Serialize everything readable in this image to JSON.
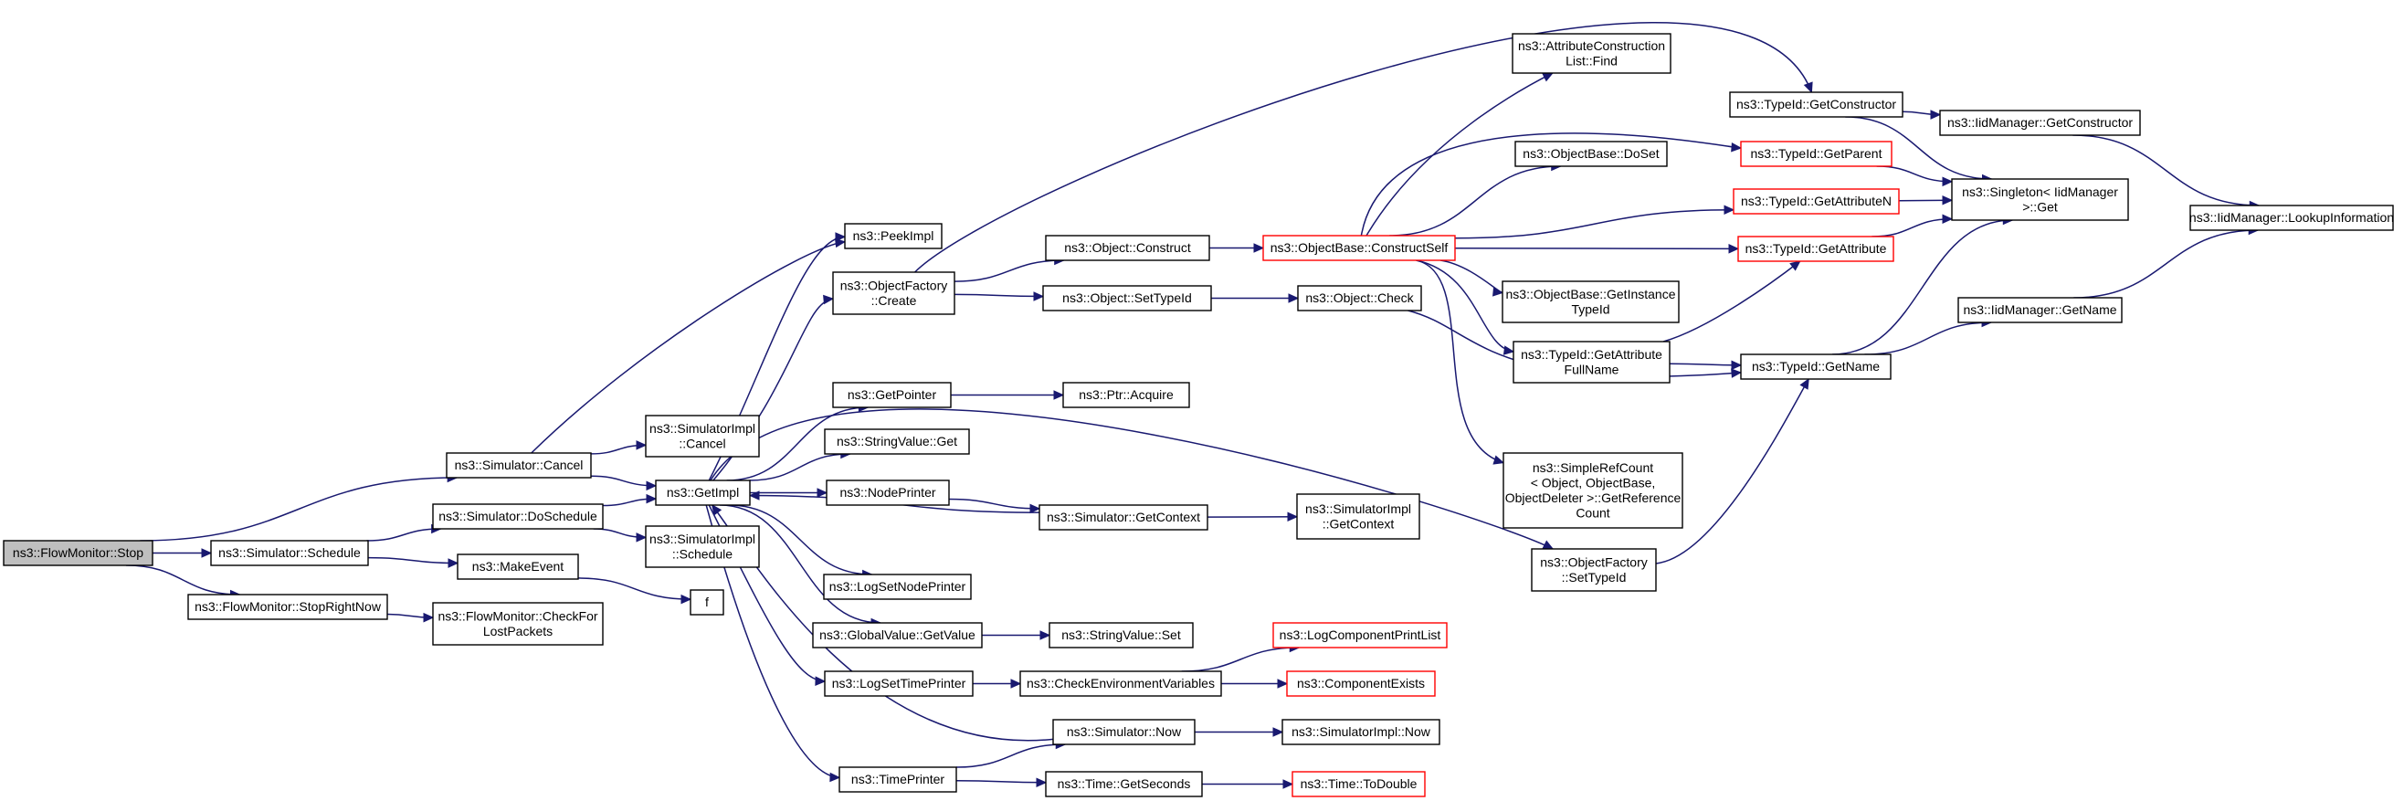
{
  "colors": {
    "edge": "#191970",
    "node_border": "#000000",
    "node_border_external": "#ff0000",
    "root_fill": "#bfbfbf",
    "node_fill": "#ffffff"
  },
  "nodes": [
    {
      "id": "flowmonitor_stop",
      "lines": [
        "ns3::FlowMonitor::Stop"
      ],
      "style": "root"
    },
    {
      "id": "simulator_schedule",
      "lines": [
        "ns3::Simulator::Schedule"
      ]
    },
    {
      "id": "flowmonitor_stoprightnow",
      "lines": [
        "ns3::FlowMonitor::StopRightNow"
      ]
    },
    {
      "id": "simulator_cancel",
      "lines": [
        "ns3::Simulator::Cancel"
      ]
    },
    {
      "id": "simulator_doschedule",
      "lines": [
        "ns3::Simulator::DoSchedule"
      ]
    },
    {
      "id": "makeevent",
      "lines": [
        "ns3::MakeEvent"
      ]
    },
    {
      "id": "checkforlostpackets",
      "lines": [
        "ns3::FlowMonitor::CheckFor",
        "LostPackets"
      ]
    },
    {
      "id": "simulatorimpl_cancel",
      "lines": [
        "ns3::SimulatorImpl",
        "::Cancel"
      ]
    },
    {
      "id": "getimpl",
      "lines": [
        "ns3::GetImpl"
      ]
    },
    {
      "id": "simulatorimpl_schedule",
      "lines": [
        "ns3::SimulatorImpl",
        "::Schedule"
      ]
    },
    {
      "id": "f",
      "lines": [
        "f"
      ]
    },
    {
      "id": "peekimpl",
      "lines": [
        "ns3::PeekImpl"
      ]
    },
    {
      "id": "objectfactory_create",
      "lines": [
        "ns3::ObjectFactory",
        "::Create"
      ]
    },
    {
      "id": "getpointer",
      "lines": [
        "ns3::GetPointer"
      ]
    },
    {
      "id": "stringvalue_get",
      "lines": [
        "ns3::StringValue::Get"
      ]
    },
    {
      "id": "nodeprinter",
      "lines": [
        "ns3::NodePrinter"
      ]
    },
    {
      "id": "logsetnodeprinter",
      "lines": [
        "ns3::LogSetNodePrinter"
      ]
    },
    {
      "id": "globalvalue_getvalue",
      "lines": [
        "ns3::GlobalValue::GetValue"
      ]
    },
    {
      "id": "logsettimeprinter",
      "lines": [
        "ns3::LogSetTimePrinter"
      ]
    },
    {
      "id": "timeprinter",
      "lines": [
        "ns3::TimePrinter"
      ]
    },
    {
      "id": "object_construct",
      "lines": [
        "ns3::Object::Construct"
      ]
    },
    {
      "id": "object_settypeid",
      "lines": [
        "ns3::Object::SetTypeId"
      ]
    },
    {
      "id": "ptr_acquire",
      "lines": [
        "ns3::Ptr::Acquire"
      ]
    },
    {
      "id": "simulator_getcontext",
      "lines": [
        "ns3::Simulator::GetContext"
      ]
    },
    {
      "id": "stringvalue_set",
      "lines": [
        "ns3::StringValue::Set"
      ]
    },
    {
      "id": "checkenvironmentvariables",
      "lines": [
        "ns3::CheckEnvironmentVariables"
      ]
    },
    {
      "id": "simulator_now",
      "lines": [
        "ns3::Simulator::Now"
      ]
    },
    {
      "id": "time_getseconds",
      "lines": [
        "ns3::Time::GetSeconds"
      ]
    },
    {
      "id": "objectbase_constructself",
      "lines": [
        "ns3::ObjectBase::ConstructSelf"
      ],
      "style": "red"
    },
    {
      "id": "object_check",
      "lines": [
        "ns3::Object::Check"
      ]
    },
    {
      "id": "simulatorimpl_getcontext",
      "lines": [
        "ns3::SimulatorImpl",
        "::GetContext"
      ]
    },
    {
      "id": "logcomponentprintlist",
      "lines": [
        "ns3::LogComponentPrintList"
      ],
      "style": "red"
    },
    {
      "id": "componentexists",
      "lines": [
        "ns3::ComponentExists"
      ],
      "style": "red"
    },
    {
      "id": "simulatorimpl_now",
      "lines": [
        "ns3::SimulatorImpl::Now"
      ]
    },
    {
      "id": "time_todouble",
      "lines": [
        "ns3::Time::ToDouble"
      ],
      "style": "red"
    },
    {
      "id": "attributeconstructionlist_find",
      "lines": [
        "ns3::AttributeConstruction",
        "List::Find"
      ]
    },
    {
      "id": "objectbase_doset",
      "lines": [
        "ns3::ObjectBase::DoSet"
      ]
    },
    {
      "id": "objectbase_getinstancetypeid",
      "lines": [
        "ns3::ObjectBase::GetInstance",
        "TypeId"
      ]
    },
    {
      "id": "typeid_getattributefullname",
      "lines": [
        "ns3::TypeId::GetAttribute",
        "FullName"
      ]
    },
    {
      "id": "simplerefcount_getreferencecount",
      "lines": [
        "ns3::SimpleRefCount",
        "< Object, ObjectBase,",
        "ObjectDeleter >::GetReference",
        "Count"
      ]
    },
    {
      "id": "objectfactory_settypeid",
      "lines": [
        "ns3::ObjectFactory",
        "::SetTypeId"
      ]
    },
    {
      "id": "typeid_getconstructor",
      "lines": [
        "ns3::TypeId::GetConstructor"
      ]
    },
    {
      "id": "typeid_getparent",
      "lines": [
        "ns3::TypeId::GetParent"
      ],
      "style": "red"
    },
    {
      "id": "typeid_getattributen",
      "lines": [
        "ns3::TypeId::GetAttributeN"
      ],
      "style": "red"
    },
    {
      "id": "typeid_getattribute",
      "lines": [
        "ns3::TypeId::GetAttribute"
      ],
      "style": "red"
    },
    {
      "id": "typeid_getname",
      "lines": [
        "ns3::TypeId::GetName"
      ]
    },
    {
      "id": "iidmanager_getconstructor",
      "lines": [
        "ns3::IidManager::GetConstructor"
      ]
    },
    {
      "id": "singleton_iidmanager_get",
      "lines": [
        "ns3::Singleton< IidManager",
        ">::Get"
      ]
    },
    {
      "id": "iidmanager_getname",
      "lines": [
        "ns3::IidManager::GetName"
      ]
    },
    {
      "id": "iidmanager_lookupinformation",
      "lines": [
        "ns3::IidManager::LookupInformation"
      ]
    }
  ],
  "edges": [
    [
      "flowmonitor_stop",
      "simulator_cancel"
    ],
    [
      "flowmonitor_stop",
      "simulator_schedule"
    ],
    [
      "flowmonitor_stop",
      "flowmonitor_stoprightnow"
    ],
    [
      "simulator_cancel",
      "peekimpl"
    ],
    [
      "simulator_cancel",
      "simulatorimpl_cancel"
    ],
    [
      "simulator_cancel",
      "getimpl"
    ],
    [
      "simulator_schedule",
      "simulator_doschedule"
    ],
    [
      "simulator_schedule",
      "makeevent"
    ],
    [
      "flowmonitor_stoprightnow",
      "checkforlostpackets"
    ],
    [
      "simulator_doschedule",
      "getimpl"
    ],
    [
      "simulator_doschedule",
      "simulatorimpl_schedule"
    ],
    [
      "makeevent",
      "f"
    ],
    [
      "getimpl",
      "peekimpl"
    ],
    [
      "getimpl",
      "objectfactory_create"
    ],
    [
      "getimpl",
      "getpointer"
    ],
    [
      "getimpl",
      "stringvalue_get"
    ],
    [
      "getimpl",
      "nodeprinter"
    ],
    [
      "getimpl",
      "logsetnodeprinter"
    ],
    [
      "getimpl",
      "globalvalue_getvalue"
    ],
    [
      "getimpl",
      "logsettimeprinter"
    ],
    [
      "getimpl",
      "timeprinter"
    ],
    [
      "getimpl",
      "objectfactory_settypeid"
    ],
    [
      "objectfactory_create",
      "object_construct"
    ],
    [
      "objectfactory_create",
      "object_settypeid"
    ],
    [
      "objectfactory_create",
      "typeid_getconstructor"
    ],
    [
      "getpointer",
      "ptr_acquire"
    ],
    [
      "nodeprinter",
      "simulator_getcontext"
    ],
    [
      "simulator_getcontext",
      "getimpl"
    ],
    [
      "simulator_getcontext",
      "simulatorimpl_getcontext"
    ],
    [
      "globalvalue_getvalue",
      "stringvalue_set"
    ],
    [
      "logsettimeprinter",
      "checkenvironmentvariables"
    ],
    [
      "checkenvironmentvariables",
      "logcomponentprintlist"
    ],
    [
      "checkenvironmentvariables",
      "componentexists"
    ],
    [
      "simulator_now",
      "getimpl"
    ],
    [
      "simulator_now",
      "simulatorimpl_now"
    ],
    [
      "timeprinter",
      "simulator_now"
    ],
    [
      "timeprinter",
      "time_getseconds"
    ],
    [
      "time_getseconds",
      "time_todouble"
    ],
    [
      "object_construct",
      "objectbase_constructself"
    ],
    [
      "object_settypeid",
      "object_check"
    ],
    [
      "object_check",
      "typeid_getname"
    ],
    [
      "objectbase_constructself",
      "attributeconstructionlist_find"
    ],
    [
      "objectbase_constructself",
      "typeid_getparent"
    ],
    [
      "objectbase_constructself",
      "objectbase_doset"
    ],
    [
      "objectbase_constructself",
      "typeid_getattributen"
    ],
    [
      "objectbase_constructself",
      "typeid_getattribute"
    ],
    [
      "objectbase_constructself",
      "objectbase_getinstancetypeid"
    ],
    [
      "objectbase_constructself",
      "typeid_getattributefullname"
    ],
    [
      "objectbase_constructself",
      "simplerefcount_getreferencecount"
    ],
    [
      "typeid_getattributefullname",
      "typeid_getattribute"
    ],
    [
      "typeid_getattributefullname",
      "typeid_getname"
    ],
    [
      "objectfactory_settypeid",
      "typeid_getname"
    ],
    [
      "typeid_getconstructor",
      "iidmanager_getconstructor"
    ],
    [
      "typeid_getconstructor",
      "singleton_iidmanager_get"
    ],
    [
      "typeid_getparent",
      "singleton_iidmanager_get"
    ],
    [
      "typeid_getattributen",
      "singleton_iidmanager_get"
    ],
    [
      "typeid_getattribute",
      "singleton_iidmanager_get"
    ],
    [
      "typeid_getname",
      "singleton_iidmanager_get"
    ],
    [
      "typeid_getname",
      "iidmanager_getname"
    ],
    [
      "iidmanager_getconstructor",
      "iidmanager_lookupinformation"
    ],
    [
      "iidmanager_getname",
      "iidmanager_lookupinformation"
    ]
  ]
}
